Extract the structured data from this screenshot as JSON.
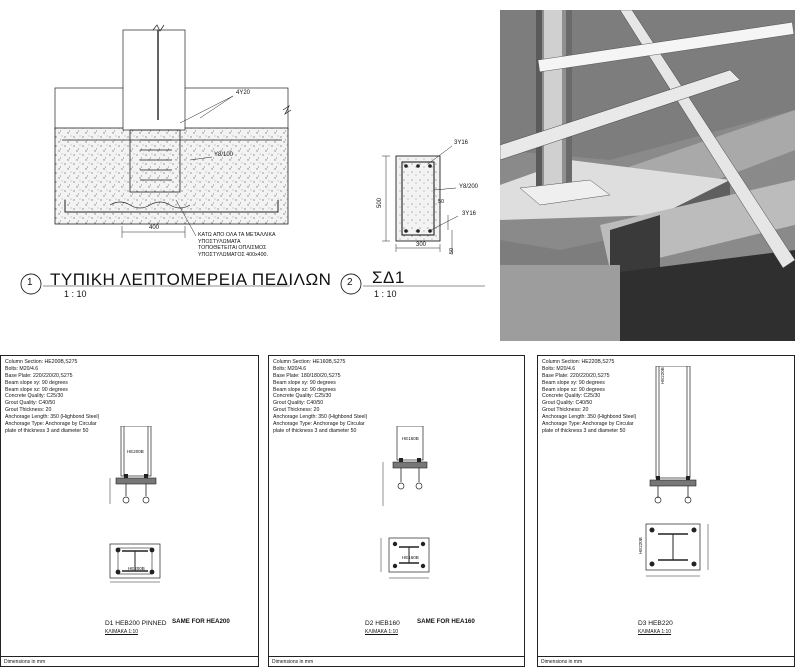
{
  "detail1": {
    "number": "1",
    "title": "ΤΥΠΙΚΗ ΛΕΠΤΟΜΕΡΕΙΑ ΠΕΔΙΛΩΝ",
    "scale": "1 : 10",
    "rebar_top": "4Υ20",
    "stirrup": "Υ8/100",
    "width_dim": "400",
    "note_lines": [
      "ΚΑΤΩ ΑΠΟ ΟΛΑ ΤΑ ΜΕΤΑΛΛΙΚΑ",
      "ΥΠΟΣΤΥΛΩΜΑΤΑ",
      "ΤΟΠΟΘΕΤΕΙΤΑΙ ΟΠΛΙΣΜΟΣ",
      "ΥΠΟΣΤΥΛΩΜΑΤΟΣ 400x400."
    ]
  },
  "detail2": {
    "number": "2",
    "title": "ΣΔ1",
    "scale": "1 : 10",
    "rebar_top": "3Υ16",
    "stirrup": "Υ8/200",
    "rebar_bottom": "3Υ16",
    "height_dim": "500",
    "width_dim": "300",
    "cover_dim": "50",
    "cover_dim2": "50"
  },
  "panels": [
    {
      "spec": [
        "Column Section: HE200B,S275",
        "Bolts: M20/4.6",
        "Base Plate: 220/220/20,S275",
        "Beam slope xy: 90 degrees",
        "Beam slope xz: 90 degrees",
        "Concrete Quality: C25/30",
        "Grout Quality: C40/50",
        "Grout Thickness: 20",
        "Anchorage Length: 350 (Highbond Steel)",
        "Anchorage Type: Anchorage by Circular",
        "plate of thickness 3 and diameter 50"
      ],
      "section_label": "HE200B",
      "plan_label": "HE200B",
      "caption": "D1 HEB200 PINNED",
      "same_for": "SAME FOR HEA200",
      "scale": "ΚΛΙΜΑΚΑ 1:10",
      "footer": "Dimensions in mm"
    },
    {
      "spec": [
        "Column Section: HE160B,S275",
        "Bolts: M20/4.6",
        "Base Plate: 180/180/20,S275",
        "Beam slope xy: 90 degrees",
        "Beam slope xz: 90 degrees",
        "Concrete Quality: C25/30",
        "Grout Quality: C40/50",
        "Grout Thickness: 20",
        "Anchorage Length: 350 (Highbond Steel)",
        "Anchorage Type: Anchorage by Circular",
        "plate of thickness 3 and diameter 50"
      ],
      "section_label": "HE160B",
      "plan_label": "HE160B",
      "caption": "D2 HEB160",
      "same_for": "SAME FOR HEA160",
      "scale": "ΚΛΙΜΑΚΑ 1:10",
      "footer": "Dimensions in mm"
    },
    {
      "spec": [
        "Column Section: HE220B,S275",
        "Bolts: M20/4.6",
        "Base Plate: 220/220/20,S275",
        "Beam slope xy: 90 degrees",
        "Beam slope xz: 90 degrees",
        "Concrete Quality: C25/30",
        "Grout Quality: C40/50",
        "Grout Thickness: 20",
        "Anchorage Length: 350 (Highbond Steel)",
        "Anchorage Type: Anchorage by Circular",
        "plate of thickness 3 and diameter 50"
      ],
      "section_label": "HE220B",
      "plan_label": "HE220B",
      "caption": "D3 HEB220",
      "same_for": "",
      "scale": "ΚΛΙΜΑΚΑ 1:10",
      "footer": "Dimensions in mm"
    }
  ]
}
